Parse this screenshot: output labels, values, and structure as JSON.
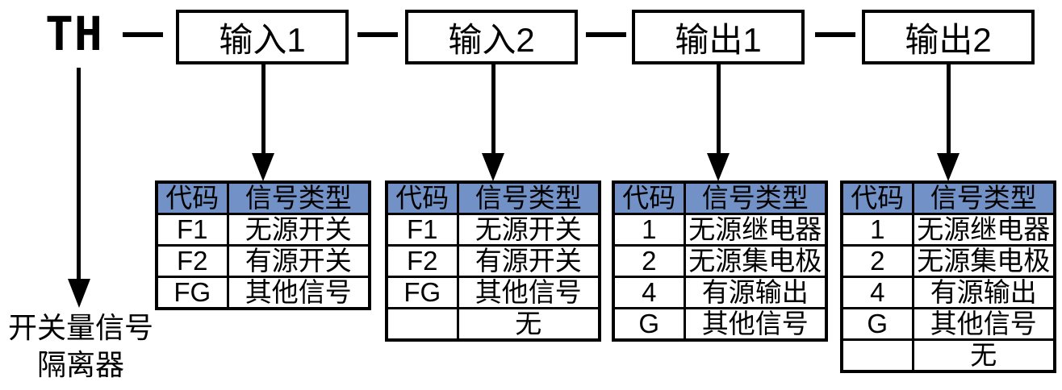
{
  "root": {
    "prefix": "TH",
    "description_line1": "开关量信号",
    "description_line2": "隔离器"
  },
  "boxes": [
    {
      "label": "输入1"
    },
    {
      "label": "输入2"
    },
    {
      "label": "输出1"
    },
    {
      "label": "输出2"
    }
  ],
  "tables": [
    {
      "headers": [
        "代码",
        "信号类型"
      ],
      "rows": [
        [
          "F1",
          "无源开关"
        ],
        [
          "F2",
          "有源开关"
        ],
        [
          "FG",
          "其他信号"
        ]
      ]
    },
    {
      "headers": [
        "代码",
        "信号类型"
      ],
      "rows": [
        [
          "F1",
          "无源开关"
        ],
        [
          "F2",
          "有源开关"
        ],
        [
          "FG",
          "其他信号"
        ],
        [
          "",
          "无"
        ]
      ]
    },
    {
      "headers": [
        "代码",
        "信号类型"
      ],
      "rows": [
        [
          "1",
          "无源继电器"
        ],
        [
          "2",
          "无源集电极"
        ],
        [
          "4",
          "有源输出"
        ],
        [
          "G",
          "其他信号"
        ]
      ]
    },
    {
      "headers": [
        "代码",
        "信号类型"
      ],
      "rows": [
        [
          "1",
          "无源继电器"
        ],
        [
          "2",
          "无源集电极"
        ],
        [
          "4",
          "有源输出"
        ],
        [
          "G",
          "其他信号"
        ],
        [
          "",
          "无"
        ]
      ]
    }
  ],
  "colors": {
    "header_bg": "#7191C7",
    "line": "#000000",
    "background": "#FFFFFF"
  }
}
